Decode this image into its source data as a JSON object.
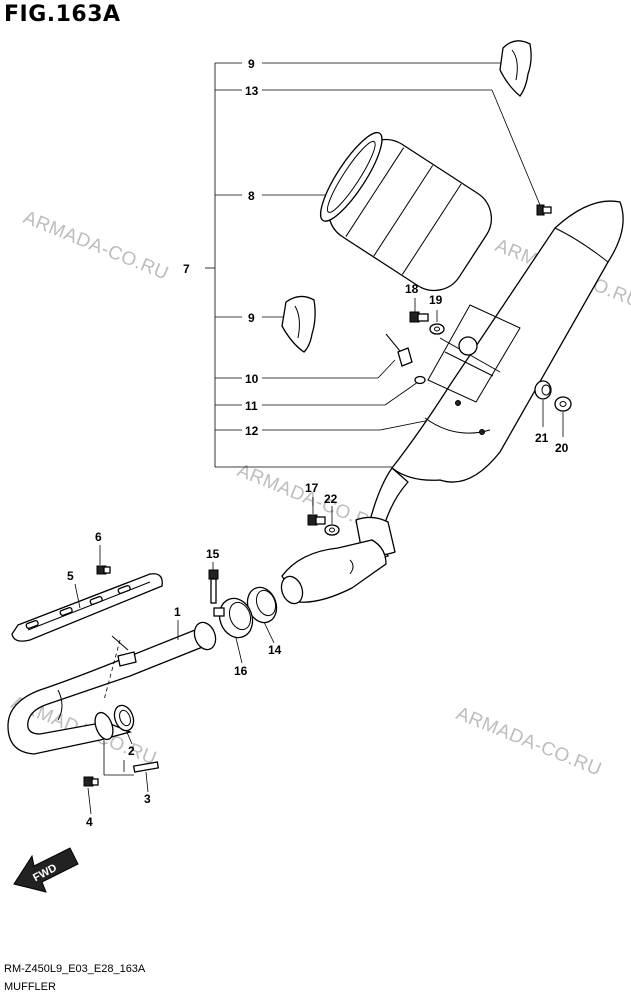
{
  "figure": {
    "title": "FIG.163A"
  },
  "watermark": {
    "text": "ARMADA-CO.RU"
  },
  "footer": {
    "code": "RM-Z450L9_E03_E28_163A",
    "caption": "MUFFLER"
  },
  "direction_marker": {
    "text": "FWD"
  },
  "callouts": [
    "9",
    "13",
    "8",
    "7",
    "9",
    "10",
    "11",
    "12",
    "18",
    "19",
    "21",
    "20",
    "17",
    "22",
    "6",
    "5",
    "15",
    "1",
    "16",
    "14",
    "2",
    "3",
    "4"
  ]
}
